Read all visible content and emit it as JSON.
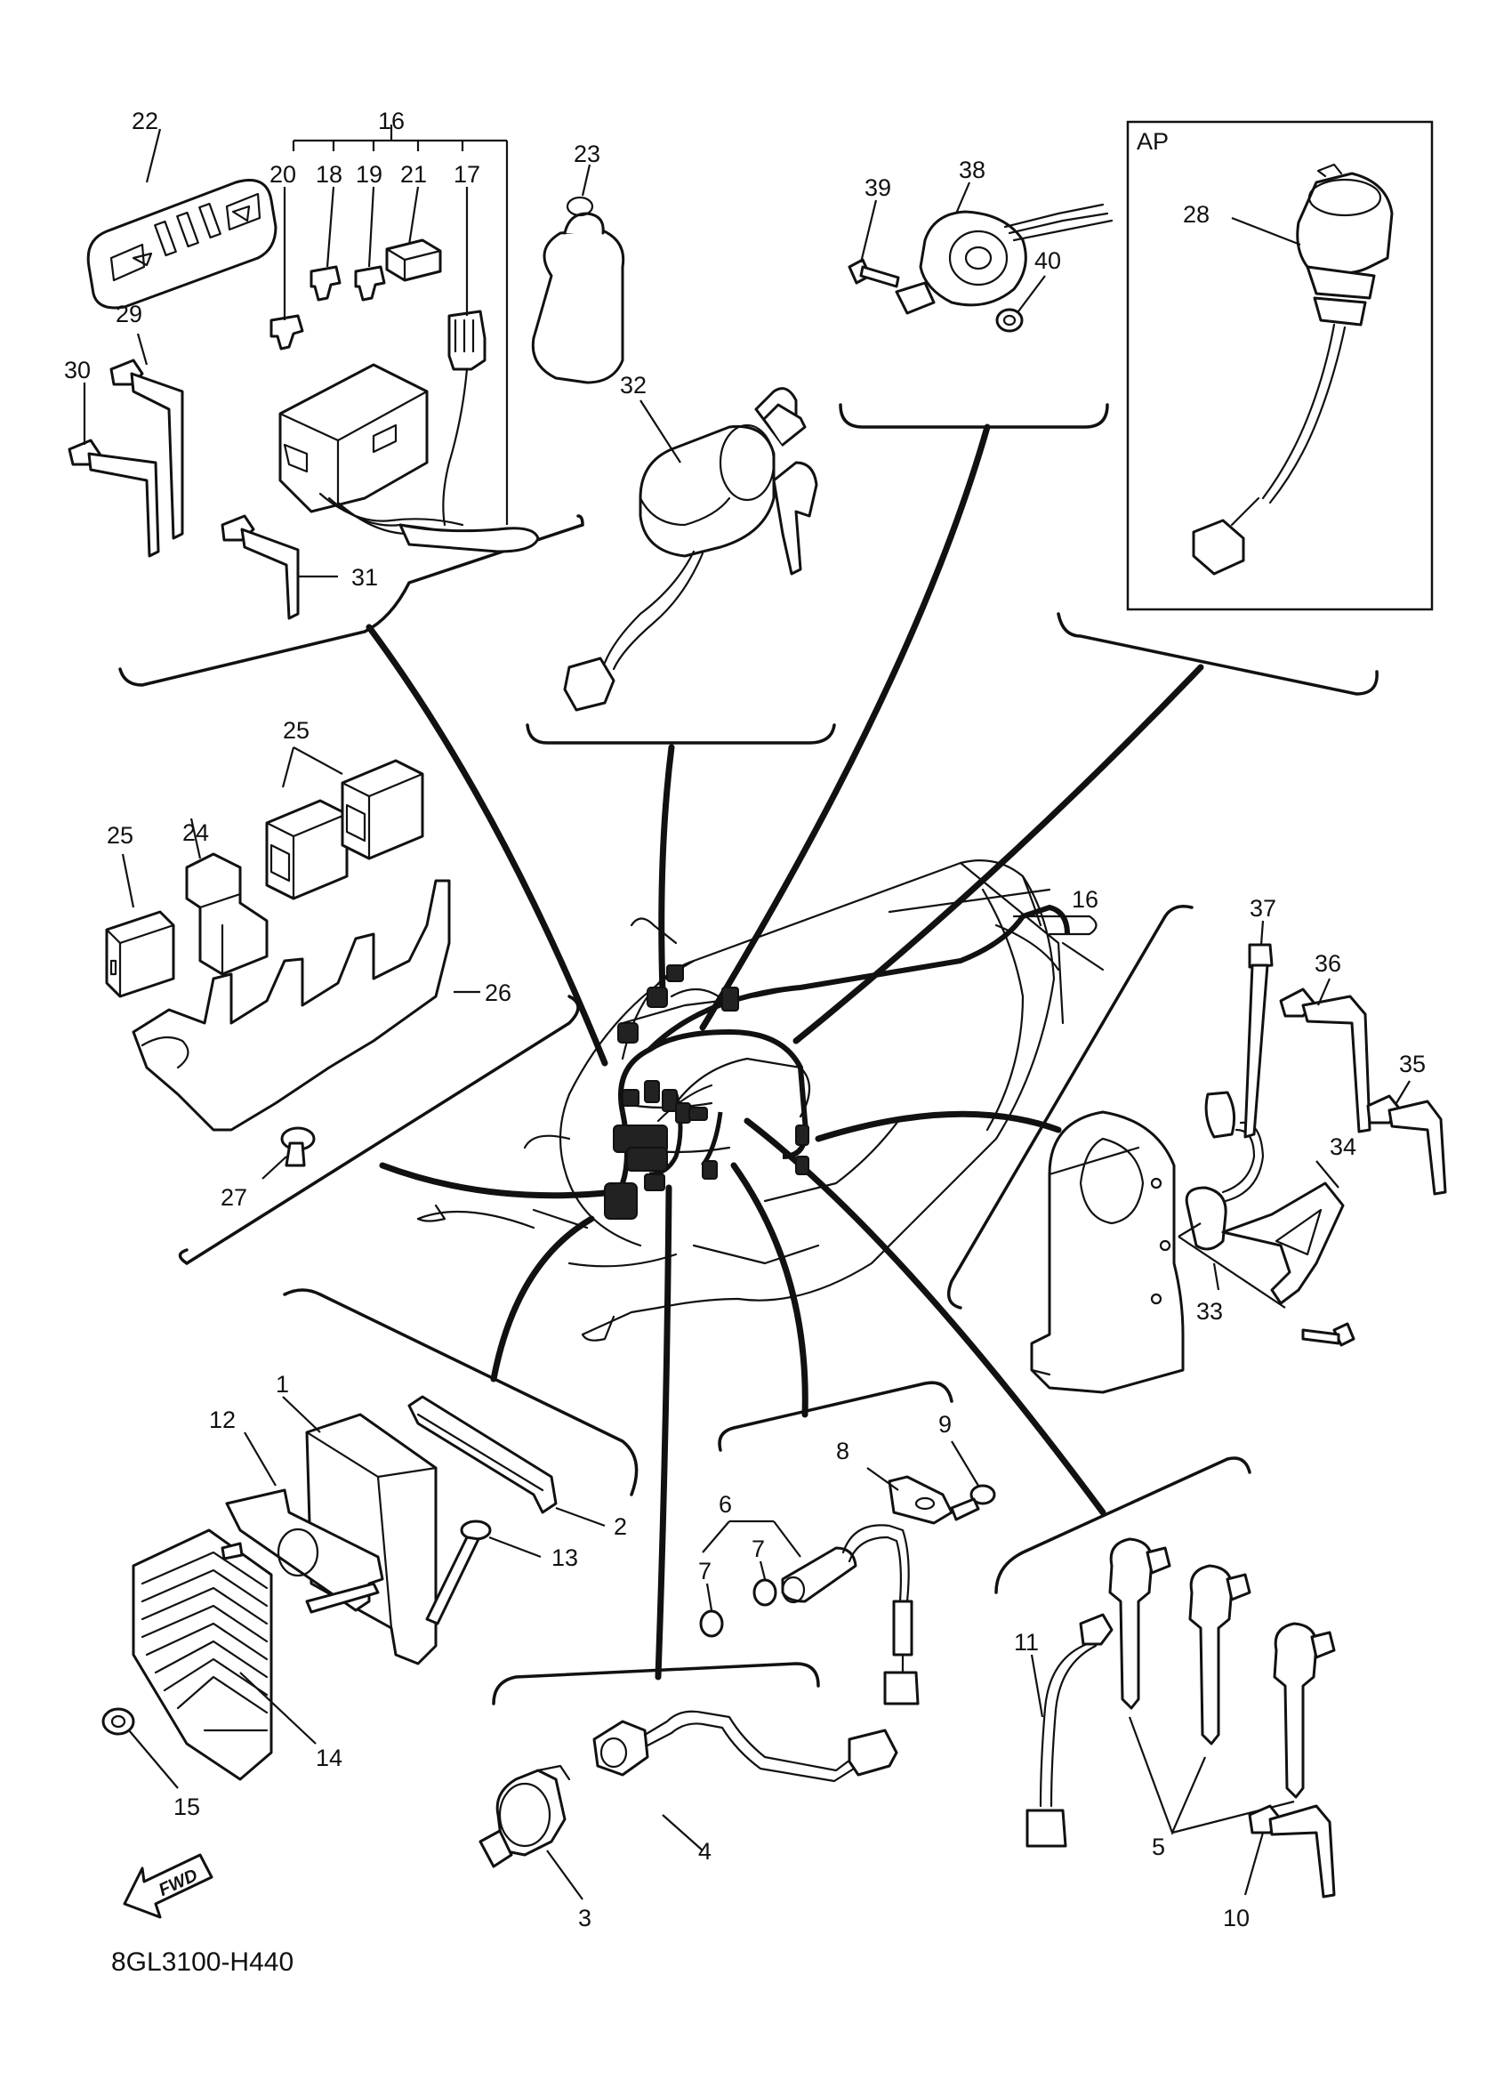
{
  "diagram": {
    "code": "8GL3100-H440",
    "fwd_label": "FWD",
    "accessory_box_label": "AP",
    "callouts": [
      {
        "id": "c1",
        "label": "1"
      },
      {
        "id": "c2",
        "label": "2"
      },
      {
        "id": "c3",
        "label": "3"
      },
      {
        "id": "c4",
        "label": "4"
      },
      {
        "id": "c5",
        "label": "5"
      },
      {
        "id": "c6",
        "label": "6"
      },
      {
        "id": "c7a",
        "label": "7"
      },
      {
        "id": "c7b",
        "label": "7"
      },
      {
        "id": "c8",
        "label": "8"
      },
      {
        "id": "c9",
        "label": "9"
      },
      {
        "id": "c10",
        "label": "10"
      },
      {
        "id": "c11",
        "label": "11"
      },
      {
        "id": "c12",
        "label": "12"
      },
      {
        "id": "c13",
        "label": "13"
      },
      {
        "id": "c14",
        "label": "14"
      },
      {
        "id": "c15",
        "label": "15"
      },
      {
        "id": "c16a",
        "label": "16"
      },
      {
        "id": "c16b",
        "label": "16"
      },
      {
        "id": "c17",
        "label": "17"
      },
      {
        "id": "c18",
        "label": "18"
      },
      {
        "id": "c19",
        "label": "19"
      },
      {
        "id": "c20",
        "label": "20"
      },
      {
        "id": "c21",
        "label": "21"
      },
      {
        "id": "c22",
        "label": "22"
      },
      {
        "id": "c23",
        "label": "23"
      },
      {
        "id": "c24",
        "label": "24"
      },
      {
        "id": "c25a",
        "label": "25"
      },
      {
        "id": "c25b",
        "label": "25"
      },
      {
        "id": "c26",
        "label": "26"
      },
      {
        "id": "c27",
        "label": "27"
      },
      {
        "id": "c28",
        "label": "28"
      },
      {
        "id": "c29",
        "label": "29"
      },
      {
        "id": "c30",
        "label": "30"
      },
      {
        "id": "c31",
        "label": "31"
      },
      {
        "id": "c32",
        "label": "32"
      },
      {
        "id": "c33",
        "label": "33"
      },
      {
        "id": "c34",
        "label": "34"
      },
      {
        "id": "c35",
        "label": "35"
      },
      {
        "id": "c36",
        "label": "36"
      },
      {
        "id": "c37",
        "label": "37"
      },
      {
        "id": "c38",
        "label": "38"
      },
      {
        "id": "c39",
        "label": "39"
      },
      {
        "id": "c40",
        "label": "40"
      }
    ]
  }
}
